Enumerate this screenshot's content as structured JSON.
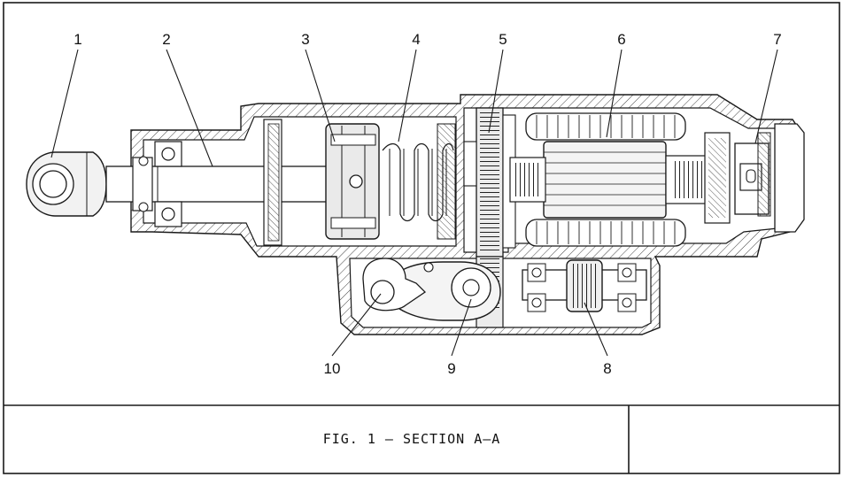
{
  "callouts": [
    {
      "id": "1",
      "label": "1"
    },
    {
      "id": "2",
      "label": "2"
    },
    {
      "id": "3",
      "label": "3"
    },
    {
      "id": "4",
      "label": "4"
    },
    {
      "id": "5",
      "label": "5"
    },
    {
      "id": "6",
      "label": "6"
    },
    {
      "id": "7",
      "label": "7"
    },
    {
      "id": "8",
      "label": "8"
    },
    {
      "id": "9",
      "label": "9"
    },
    {
      "id": "10",
      "label": "10"
    }
  ],
  "title_block": {
    "caption": "FIG. 1  —  SECTION A—A"
  },
  "colors": {
    "line": "#1a1a1a",
    "hatch": "#555555",
    "fill_light": "#e6e6e6",
    "fill_mid": "#cfcfcf",
    "paper": "#ffffff"
  }
}
